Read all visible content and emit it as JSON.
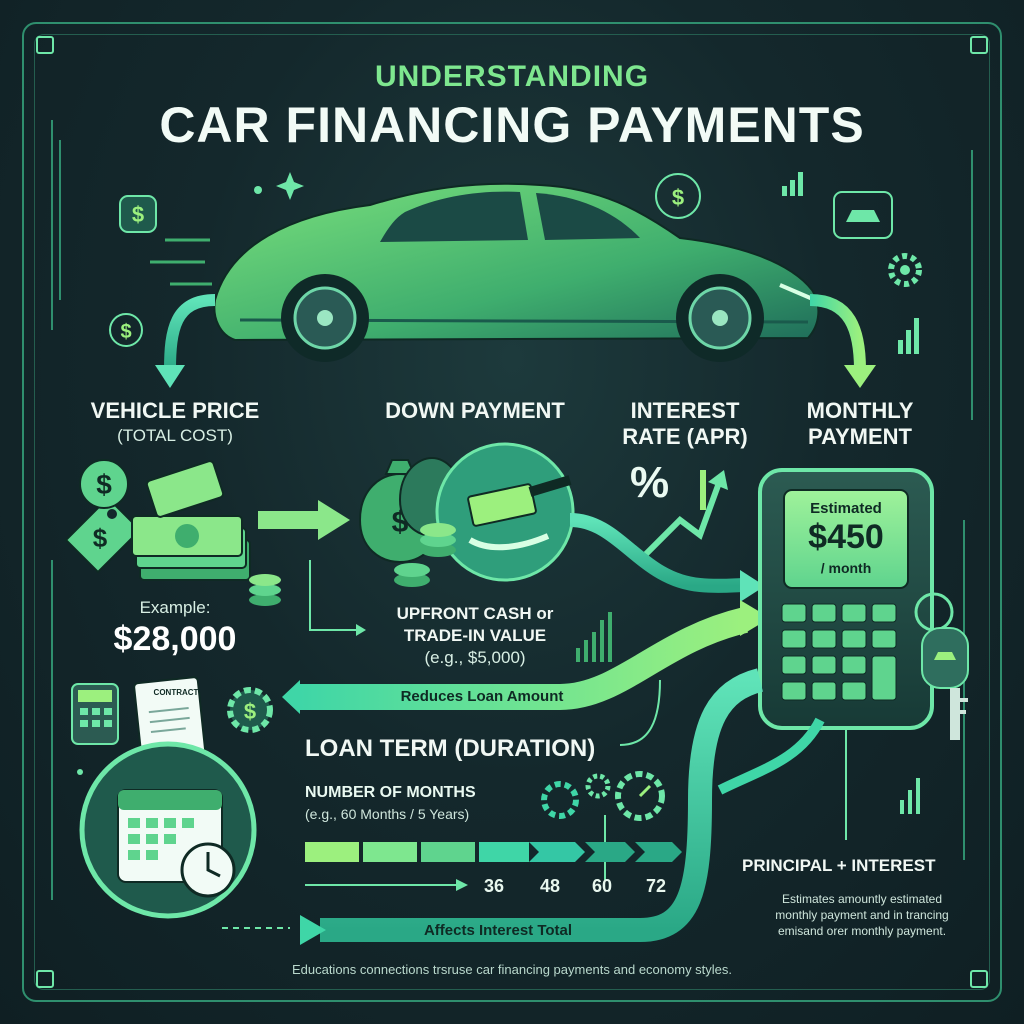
{
  "header": {
    "subtitle": "UNDERSTANDING",
    "title": "CAR FINANCING PAYMENTS"
  },
  "vehicle_price": {
    "title": "VEHICLE PRICE",
    "subtitle": "(TOTAL COST)",
    "example_label": "Example:",
    "example_value": "$28,000"
  },
  "down_payment": {
    "title": "DOWN PAYMENT",
    "line1": "UPFRONT CASH or",
    "line2": "TRADE-IN VALUE",
    "line3": "(e.g., $5,000)"
  },
  "interest_rate": {
    "title_line1": "INTEREST",
    "title_line2": "RATE (APR)",
    "symbol": "%"
  },
  "monthly_payment": {
    "title_line1": "MONTHLY",
    "title_line2": "PAYMENT",
    "screen_label": "Estimated",
    "screen_value": "$450",
    "screen_unit": "/ month"
  },
  "reduces_label": "Reduces Loan Amount",
  "contract_label": "CONTRACT",
  "loan_term": {
    "title": "LOAN TERM (DURATION)",
    "line1": "NUMBER OF MONTHS",
    "line2": "(e.g., 60 Months / 5 Years)",
    "ticks": [
      "36",
      "48",
      "60",
      "72"
    ]
  },
  "principal": {
    "title": "PRINCIPAL + INTEREST",
    "line1": "Estimates amountly estimated",
    "line2": "monthly payment and in trancing",
    "line3": "emisand orer monthly payment."
  },
  "affects_label": "Affects Interest Total",
  "footer": "Educations connections trsruse car financing payments and economy styles.",
  "colors": {
    "accent": "#7ee78f",
    "teal": "#34c7a5",
    "background": "#14282c"
  }
}
